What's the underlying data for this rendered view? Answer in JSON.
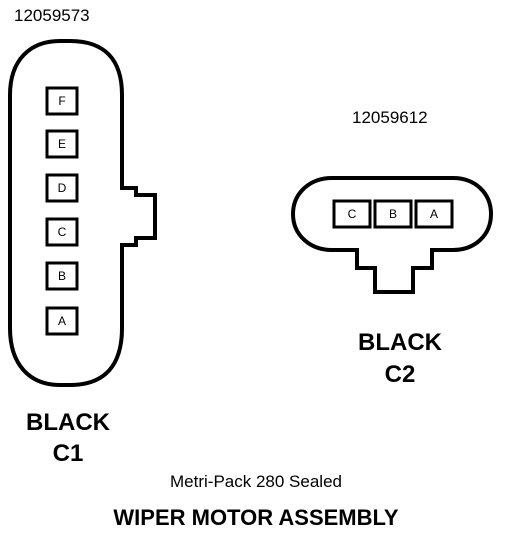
{
  "connector_c1": {
    "part_number": "12059573",
    "color": "BLACK",
    "id": "C1",
    "pins": [
      "F",
      "E",
      "D",
      "C",
      "B",
      "A"
    ]
  },
  "connector_c2": {
    "part_number": "12059612",
    "color": "BLACK",
    "id": "C2",
    "pins": [
      "C",
      "B",
      "A"
    ]
  },
  "connector_type": "Metri-Pack 280 Sealed",
  "assembly_title": "WIPER MOTOR ASSEMBLY"
}
